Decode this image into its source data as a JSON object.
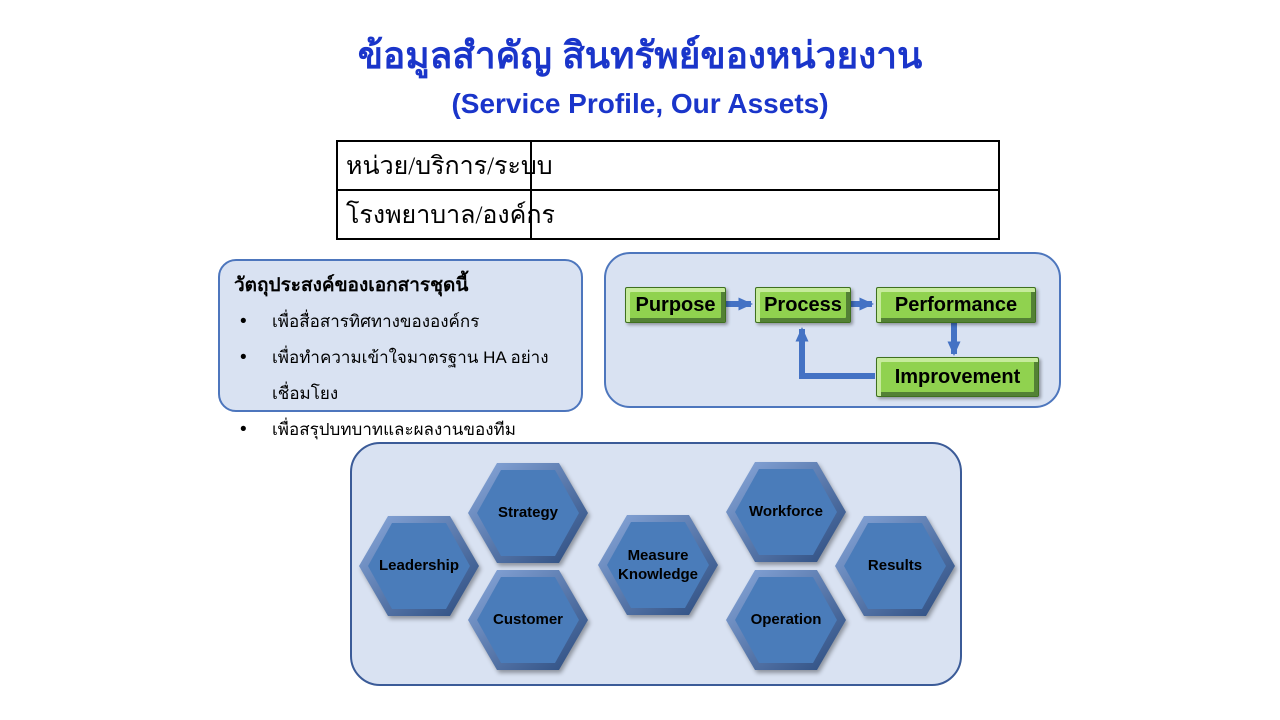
{
  "slide": {
    "title": "ข้อมูลสำคัญ สินทรัพย์ของหน่วยงาน",
    "subtitle": "(Service Profile, Our Assets)"
  },
  "info_table": {
    "rows": [
      {
        "label": "หน่วย/บริการ/ระบบ",
        "value": ""
      },
      {
        "label": "โรงพยาบาล/องค์กร",
        "value": ""
      }
    ]
  },
  "objectives": {
    "heading": "วัตถุประสงค์ของเอกสารชุดนี้",
    "bullet_glyph": "•",
    "bullets": [
      "เพื่อสื่อสารทิศทางขององค์กร",
      "เพื่อทำความเข้าใจมาตรฐาน HA อย่างเชื่อมโยง",
      "เพื่อสรุปบทบาทและผลงานของทีม"
    ]
  },
  "flow_diagram": {
    "nodes": [
      {
        "label": "Purpose"
      },
      {
        "label": "Process"
      },
      {
        "label": "Performance"
      },
      {
        "label": "Improvement"
      }
    ],
    "connections": [
      "Purpose -> Process",
      "Process -> Performance",
      "Performance -> Improvement",
      "Improvement -> Process"
    ]
  },
  "hex_diagram": {
    "cells": [
      {
        "label": "Leadership"
      },
      {
        "label": "Strategy"
      },
      {
        "label": "Customer"
      },
      {
        "label": "Measure Knowledge"
      },
      {
        "label": "Workforce"
      },
      {
        "label": "Operation"
      },
      {
        "label": "Results"
      }
    ]
  },
  "colors": {
    "title_blue": "#1a35ca",
    "accent_blue": "#4472c4",
    "panel_fill": "#d9e2f2",
    "panel_border": "#4d76bd",
    "hexbox_border": "#3b5b98",
    "hex_face": "#4a7cba",
    "hex_light": "#8aa9dc",
    "hex_dark": "#2a4a7d",
    "button_face": "#90d24f",
    "button_light": "#c6eb9c",
    "button_dark": "#538135",
    "button_border": "#3f701f",
    "arrow_blue": "#4472c4"
  }
}
